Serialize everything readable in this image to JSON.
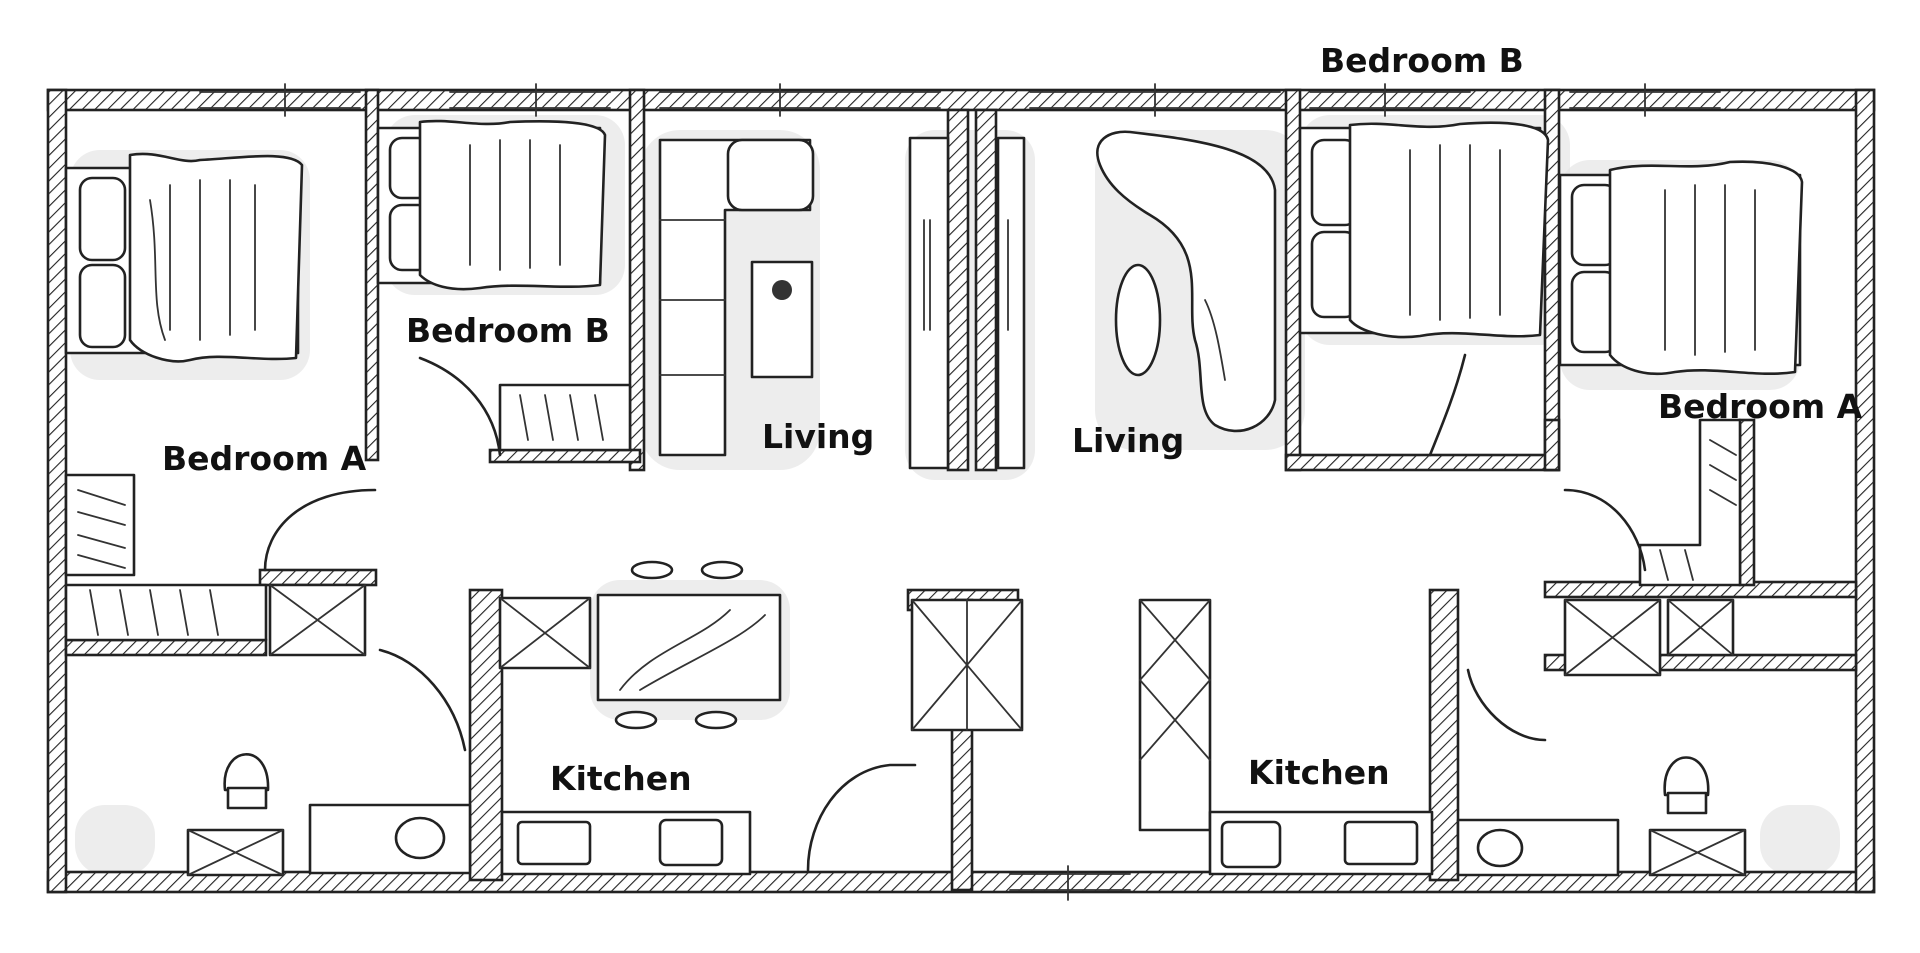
{
  "floor_plan": {
    "rooms": [
      {
        "key": "bedroom-a-left",
        "label": "Bedroom A"
      },
      {
        "key": "bedroom-b-left",
        "label": "Bedroom B"
      },
      {
        "key": "living-left",
        "label": "Living"
      },
      {
        "key": "living-right",
        "label": "Living"
      },
      {
        "key": "bedroom-b-right",
        "label": "Bedroom B"
      },
      {
        "key": "bedroom-a-right",
        "label": "Bedroom A"
      },
      {
        "key": "kitchen-left",
        "label": "Kitchen"
      },
      {
        "key": "kitchen-right",
        "label": "Kitchen"
      }
    ],
    "colors": {
      "ink": "#222222",
      "shadow": "#e4e4e4",
      "background": "#ffffff"
    }
  }
}
